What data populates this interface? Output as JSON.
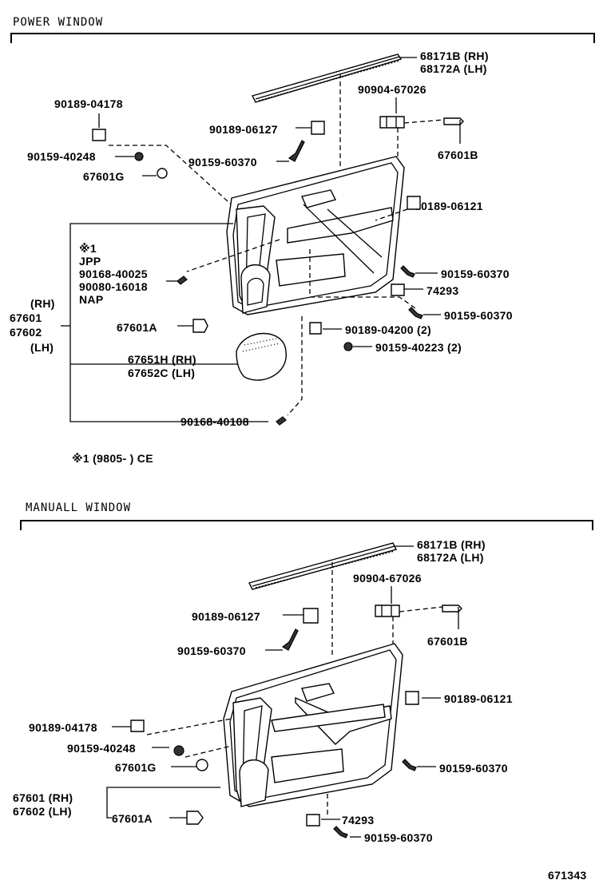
{
  "sections": {
    "power": {
      "title": "POWER WINDOW",
      "labels": {
        "l68171b": "68171B (RH)",
        "l68172a": "68172A (LH)",
        "l90904": "90904-67026",
        "l67601b": "67601B",
        "l90189_04178": "90189-04178",
        "l90159_40248": "90159-40248",
        "l67601g": "67601G",
        "l90189_06127": "90189-06127",
        "l90159_60370a": "90159-60370",
        "l90189_06121": "90189-06121",
        "l90159_60370b": "90159-60370",
        "l74293": "74293",
        "l90159_60370c": "90159-60370",
        "l90189_04200": "90189-04200 (2)",
        "l90159_40223": "90159-40223 (2)",
        "l67601a": "67601A",
        "l67651h": "67651H (RH)",
        "l67652c": "67652C (LH)",
        "l90168_40108": "90168-40108",
        "note_mark": "※1",
        "jpp": "JPP",
        "l90168_40025": "90168-40025",
        "l90080_16018": "90080-16018",
        "nap": "NAP",
        "rh": "(RH)",
        "p67601": "67601",
        "p67602": "67602",
        "lh": "(LH)",
        "footnote": "※1  (9805-      ) CE"
      }
    },
    "manual": {
      "title": "MANUALL WINDOW",
      "labels": {
        "l68171b": "68171B (RH)",
        "l68172a": "68172A (LH)",
        "l90904": "90904-67026",
        "l90189_06127": "90189-06127",
        "l90159_60370a": "90159-60370",
        "l67601b": "67601B",
        "l90189_06121": "90189-06121",
        "l90189_04178": "90189-04178",
        "l90159_40248": "90159-40248",
        "l67601g": "67601G",
        "l90159_60370b": "90159-60370",
        "l67601rh": "67601 (RH)",
        "l67602lh": "67602 (LH)",
        "l67601a": "67601A",
        "l74293": "74293",
        "l90159_60370c": "90159-60370"
      }
    }
  },
  "figure_id": "671343"
}
